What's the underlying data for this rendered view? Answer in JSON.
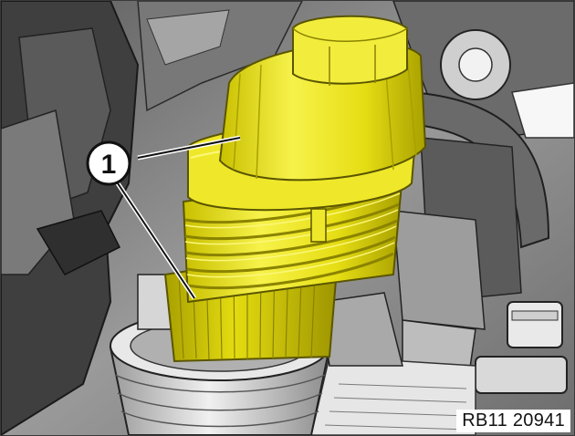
{
  "figure": {
    "callout_number": "1",
    "reference_code": "RB11 20941"
  },
  "colors": {
    "part_yellow": "#e9e21c",
    "part_yellow_dark": "#b9b000",
    "part_yellow_light": "#fbf77a",
    "engine_gray": "#8a8a8a",
    "engine_dark": "#3c3c3c",
    "engine_light": "#d8d8d8"
  },
  "icons": {
    "callout": "numbered-callout-circle"
  }
}
